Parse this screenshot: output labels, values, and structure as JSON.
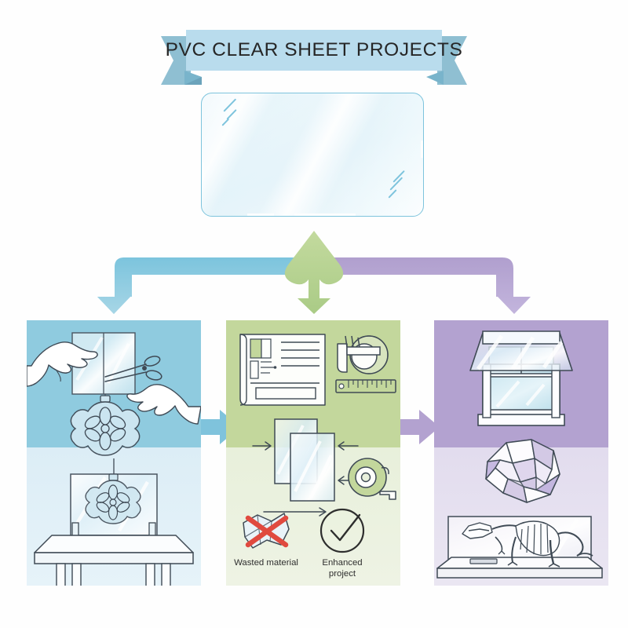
{
  "banner": {
    "title": "PVC CLEAR SHEET PROJECTS",
    "fill": "#b9dced",
    "fold": "#79b4cb"
  },
  "hero": {
    "name": "pvc-clear-sheet",
    "border": "#7ec4dd",
    "sparkle_count": 2
  },
  "connector": {
    "left_branch_color": "#7fc3dc",
    "center_branch_color": "#bdd79a",
    "right_branch_color": "#b3a2d0"
  },
  "panels": [
    {
      "id": "panel-1",
      "name": "cut-and-shape",
      "top_color": "#8fcbdf",
      "bottom_color": "#e0f0f7",
      "scenes": [
        "hands-cutting-sheet-with-scissors",
        "flower-ornament",
        "table-with-clear-divider-screen"
      ]
    },
    {
      "id": "panel-2",
      "name": "measure-and-plan",
      "top_color": "#c3d79c",
      "bottom_color": "#eaf1de",
      "scenes": [
        "blueprint-document",
        "caliper-and-ruler",
        "overlapping-sheets-measurement",
        "tape-measure"
      ],
      "labels": [
        {
          "name": "wasted-material",
          "text": "Wasted material",
          "icon": "crumpled-paper-cross-icon",
          "accent": "#e04a3f"
        },
        {
          "name": "enhanced-project",
          "text": "Enhanced\nproject",
          "line1": "Enhanced",
          "line2": "project",
          "icon": "check-circle-icon",
          "accent": "#2e2e2e"
        }
      ]
    },
    {
      "id": "panel-3",
      "name": "finished-applications",
      "top_color": "#b3a2d0",
      "bottom_color": "#e5e0ef",
      "scenes": [
        "window-with-clear-awning",
        "faceted-polyhedron-ball",
        "dinosaur-skeleton-display-case"
      ]
    }
  ],
  "side_arrows": [
    {
      "name": "arrow-panel1-to-panel2",
      "color": "#7fc3dc"
    },
    {
      "name": "arrow-panel2-to-panel3",
      "color": "#b3a2d0"
    }
  ]
}
